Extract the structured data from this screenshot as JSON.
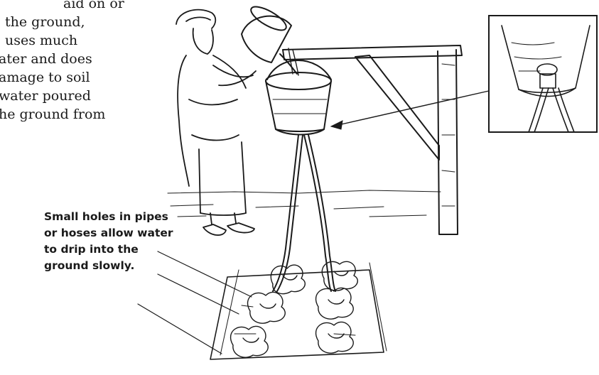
{
  "body_text": {
    "lines": [
      "aid on or",
      "the ground,",
      "uses much",
      "ater and does",
      "amage to soil",
      "water poured",
      "he ground from"
    ]
  },
  "callout": {
    "lines": [
      "Small holes in pipes",
      "or hoses allow water",
      "to drip into the",
      "ground slowly."
    ]
  }
}
